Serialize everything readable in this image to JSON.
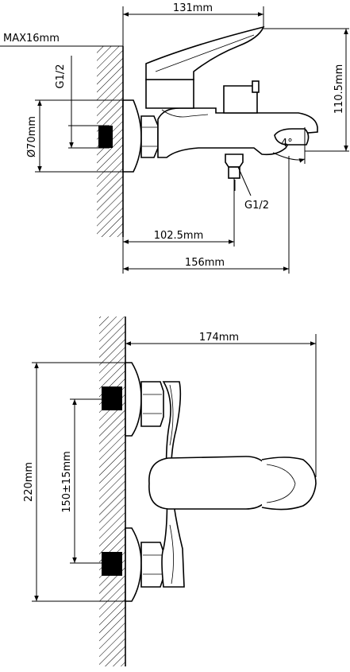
{
  "side_view": {
    "width_top": "131mm",
    "max_wall": "MAX16mm",
    "inlet_thread": "G1/2",
    "flange_diameter": "Ø70mm",
    "height": "110.5mm",
    "outlet_thread": "G1/2",
    "spout_reach": "102.5mm",
    "total_depth": "156mm",
    "angle_mark": "4°"
  },
  "front_view": {
    "total_width": "174mm",
    "total_height": "220mm",
    "centres": "150±15mm"
  }
}
